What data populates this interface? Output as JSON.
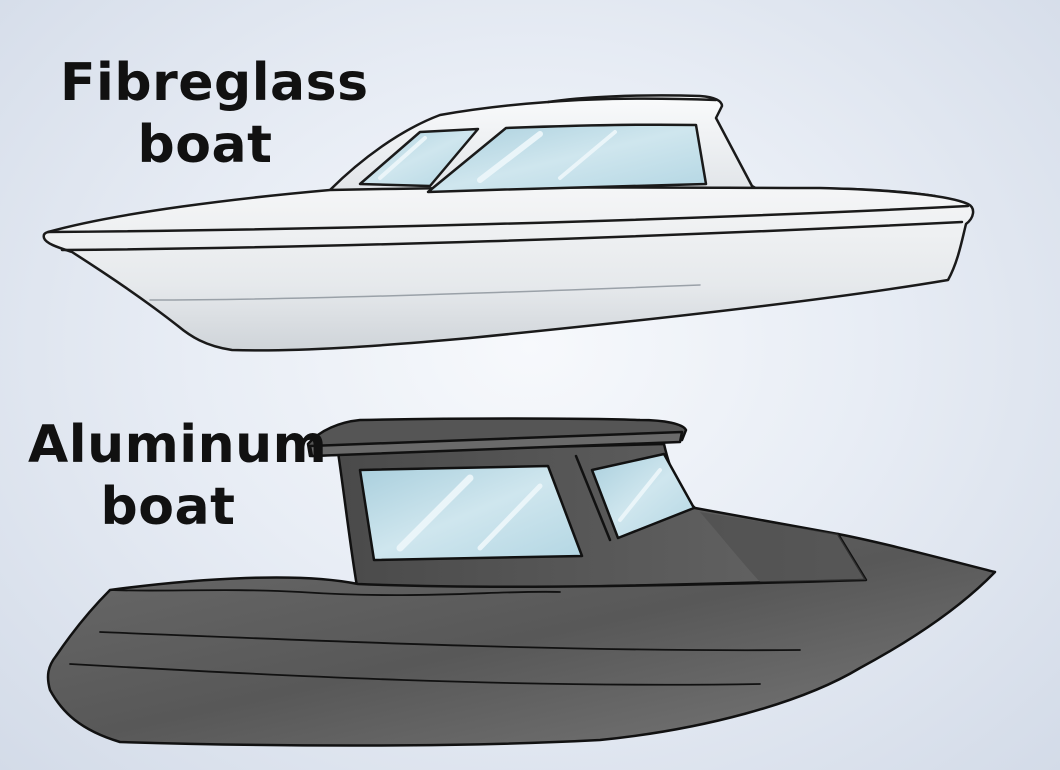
{
  "fibreglass": {
    "line1": "Fibreglass",
    "line2": "boat"
  },
  "aluminum": {
    "line1": "Aluminum",
    "line2": "boat"
  },
  "colors": {
    "outline": "#1a1a1a",
    "fibreglass_hull": "#f1f3f5",
    "fibreglass_shade": "#d4d9de",
    "aluminum_hull": "#5f5f5f",
    "aluminum_dark": "#3c3c3c",
    "aluminum_light": "#8a8a8a",
    "window_glass": "#bfdbe6"
  }
}
